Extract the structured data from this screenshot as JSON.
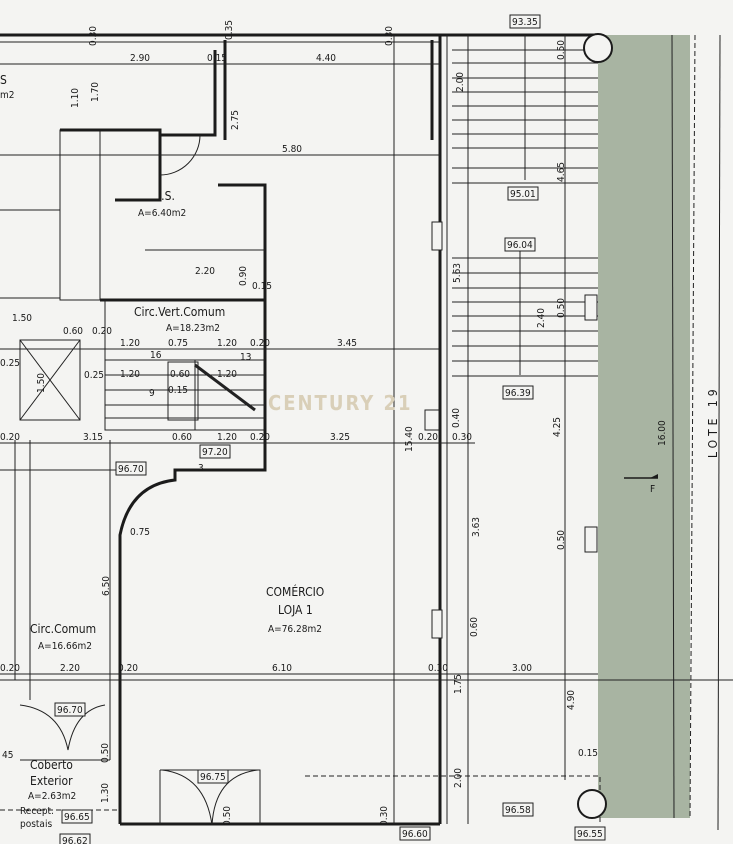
{
  "watermark": "CENTURY 21",
  "rooms": {
    "is": {
      "name": "I.S.",
      "area": "A=6.40m2"
    },
    "circ_vert": {
      "name": "Circ.Vert.Comum",
      "area": "A=18.23m2"
    },
    "comercio": {
      "name": "COMÉRCIO",
      "unit": "LOJA 1",
      "area": "A=76.28m2"
    },
    "circ_comum": {
      "name": "Circ.Comum",
      "area": "A=16.66m2"
    },
    "coberto": {
      "name1": "Coberto",
      "name2": "Exterior",
      "area": "A=2.63m2"
    },
    "recept": {
      "name1": "Recept.",
      "name2": "postais"
    },
    "partial_left": {
      "name": "S",
      "area": "m2"
    }
  },
  "levels": [
    "93.35",
    "95.01",
    "96.04",
    "96.39",
    "97.20",
    "96.70",
    "96.70",
    "96.65",
    "96.62",
    "96.75",
    "96.60",
    "96.58",
    "96.55"
  ],
  "dims": [
    "2.90",
    "0.15",
    "4.40",
    "0.30",
    "0.35",
    "0.30",
    "1.10",
    "1.70",
    "2.75",
    "5.80",
    "2.20",
    "0.90",
    "0.15",
    "1.20",
    "0.75",
    "1.20",
    "0.20",
    "3.45",
    "0.60",
    "1.20",
    "1.20",
    "0.15",
    "0.20",
    "3.15",
    "0.60",
    "1.20",
    "0.20",
    "3.25",
    "15.40",
    "0.20",
    "0.30",
    "0.40",
    "0.75",
    "6.50",
    "0.20",
    "2.20",
    "0.20",
    "6.10",
    "0.30",
    "3.00",
    "1.75",
    "0.50",
    "1.30",
    "0.50",
    "0.30",
    "0.50",
    "2.00",
    "4.65",
    "5.63",
    "2.40",
    "0.50",
    "4.25",
    "3.63",
    "0.50",
    "0.60",
    "4.90",
    "0.15",
    "2.00",
    "16.00",
    "0.25",
    "0.25",
    "1.50",
    "0.60",
    "0.20",
    "1.50",
    "16",
    "13",
    "9",
    "3",
    "45"
  ],
  "lot_label": "LOTE 19",
  "north_label": "F",
  "colors": {
    "exterior_strip": "#a8b4a2",
    "walls": "#1b1b1b",
    "paper": "#f4f4f2",
    "watermark": "#d9cfb8"
  }
}
